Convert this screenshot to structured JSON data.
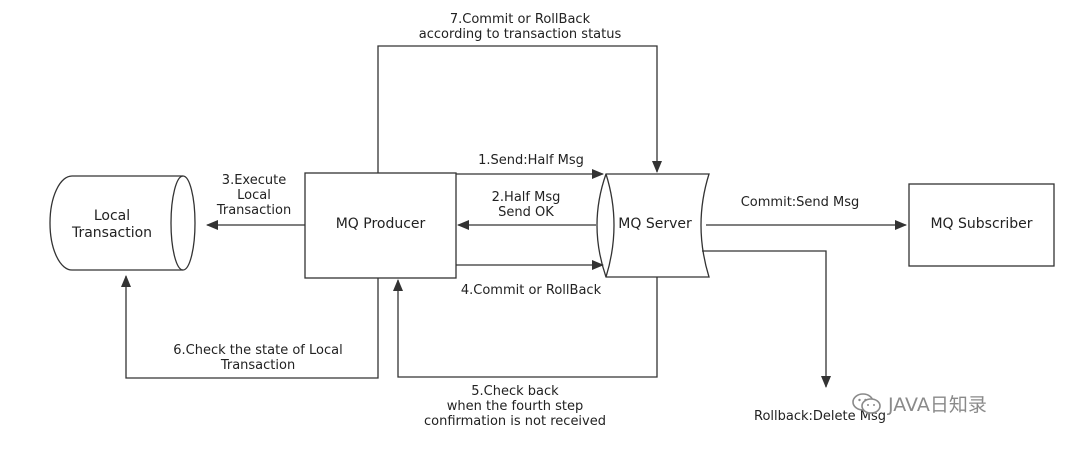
{
  "nodes": {
    "local_transaction": "Local\nTransaction",
    "mq_producer": "MQ Producer",
    "mq_server": "MQ Server",
    "mq_subscriber": "MQ Subscriber"
  },
  "edges": {
    "step1": "1.Send:Half Msg",
    "step2": "2.Half Msg\nSend OK",
    "step3": "3.Execute\nLocal\nTransaction",
    "step4": "4.Commit or RollBack",
    "step5": "5.Check back\nwhen the fourth step\nconfirmation is not received",
    "step6": "6.Check the state of Local\nTransaction",
    "step7": "7.Commit or RollBack\naccording to transaction status",
    "commit_send": "Commit:Send Msg",
    "rollback_delete": "Rollback:Delete Msg"
  },
  "watermark": {
    "text": "JAVA日知录",
    "icon": "wechat-icon"
  },
  "colors": {
    "line": "#333333",
    "text": "#222222",
    "watermark": "#8a8a8a"
  }
}
